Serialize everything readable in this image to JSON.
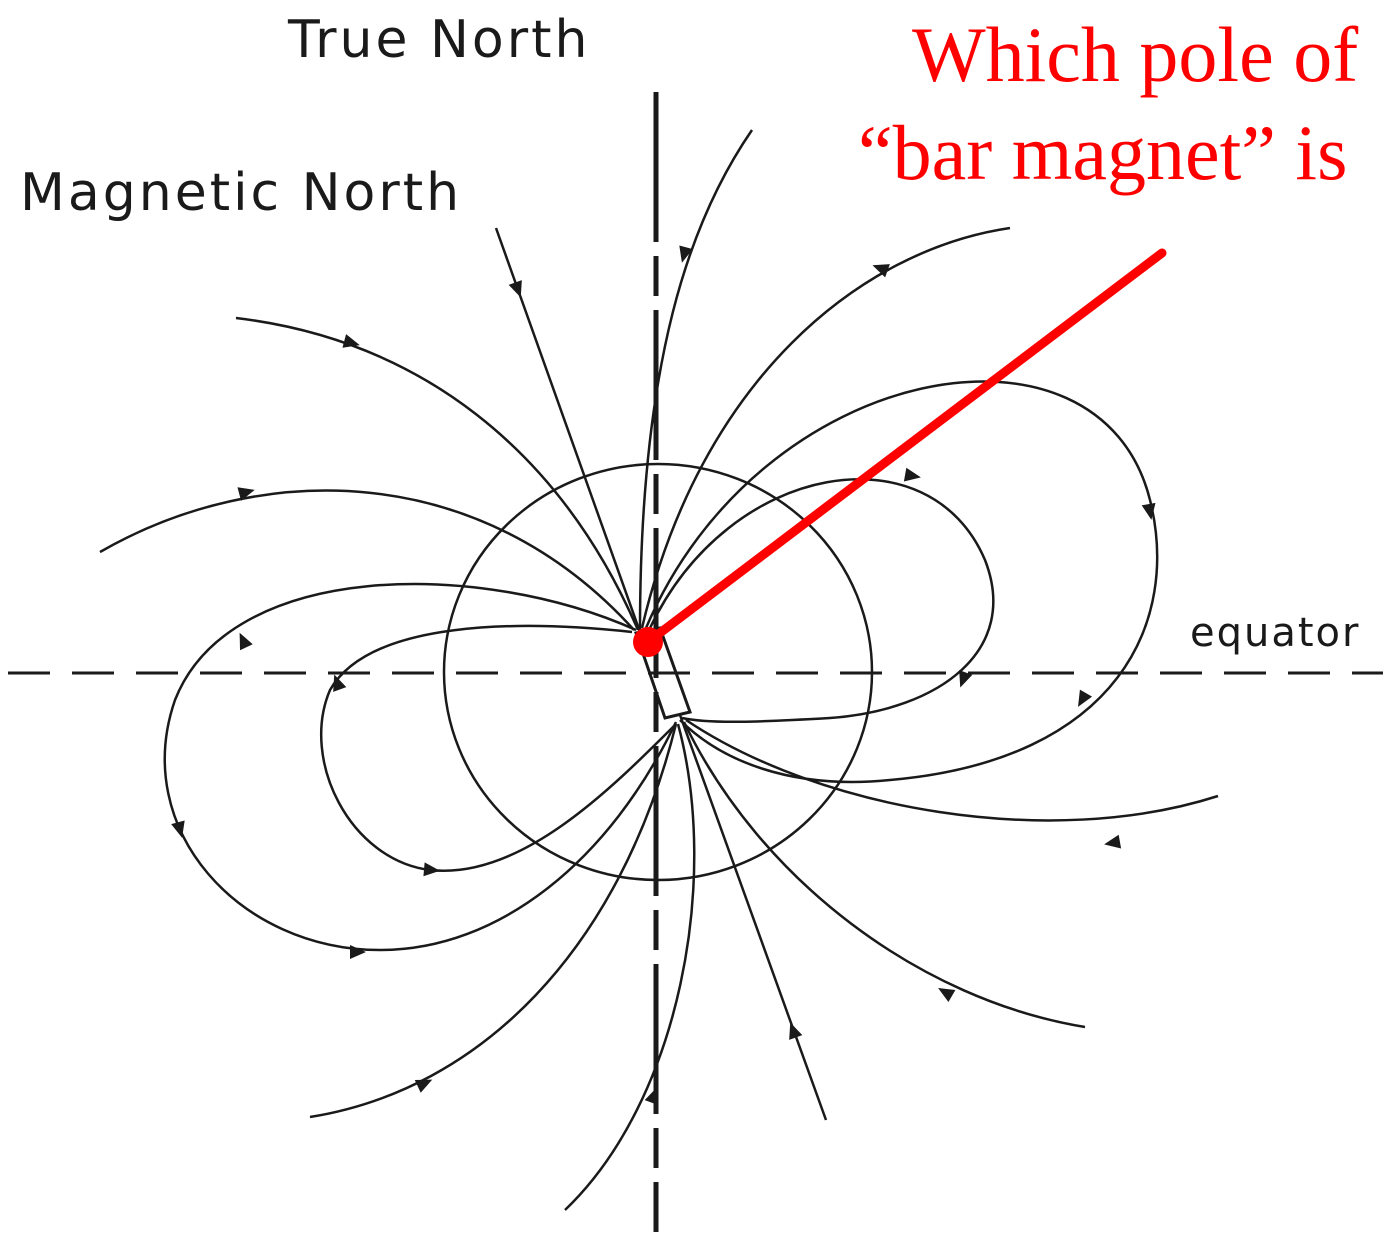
{
  "labels": {
    "true_north": "True North",
    "magnetic_north": "Magnetic North",
    "equator": "equator"
  },
  "question": {
    "line1": "Which pole of",
    "line2": "“bar magnet” is"
  },
  "colors": {
    "ink": "#1a1a1a",
    "highlight": "#ff0000"
  }
}
